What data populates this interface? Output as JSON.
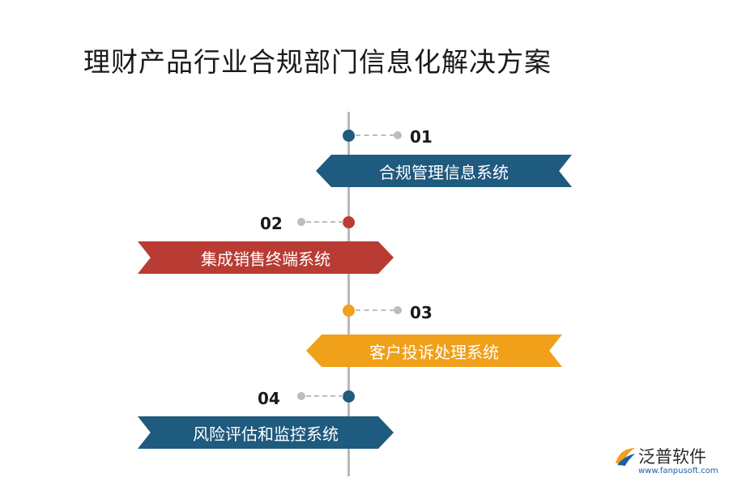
{
  "title": "理财产品行业合规部门信息化解决方案",
  "items": [
    {
      "num": "01",
      "label": "合规管理信息系统",
      "color": "#1f5a7f"
    },
    {
      "num": "02",
      "label": "集成销售终端系统",
      "color": "#b83c34"
    },
    {
      "num": "03",
      "label": "客户投诉处理系统",
      "color": "#f0a019"
    },
    {
      "num": "04",
      "label": "风险评估和监控系统",
      "color": "#1f5a7f"
    }
  ],
  "logo": {
    "name": "泛普软件",
    "url": "www.fanpusoft.com"
  }
}
